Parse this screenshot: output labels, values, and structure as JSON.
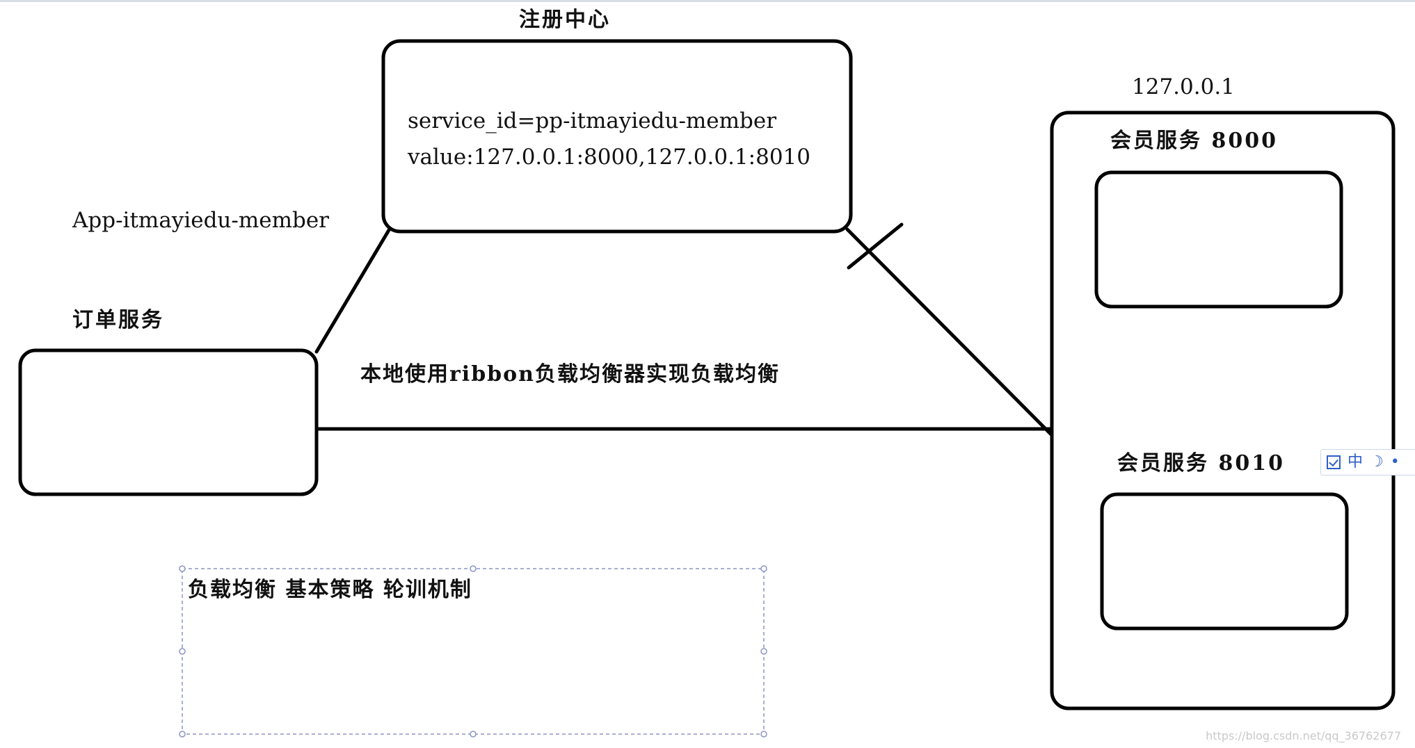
{
  "registry": {
    "title": "注册中心",
    "line1": "service_id=pp-itmayiedu-member",
    "line2": "value:127.0.0.1:8000,127.0.0.1:8010"
  },
  "app_name": "App-itmayiedu-member",
  "order_service": {
    "label": "订单服务"
  },
  "ribbon_label": "本地使用ribbon负载均衡器实现负载均衡",
  "host": {
    "ip": "127.0.0.1",
    "service_a": "会员服务 8000",
    "service_b": "会员服务 8010"
  },
  "note": {
    "text": "负载均衡 基本策略 轮训机制"
  },
  "ime_toolbar": {
    "lang": "中"
  },
  "watermark": "https://blog.csdn.net/qq_36762677",
  "colors": {
    "stroke": "#000000",
    "note_border": "#8a95c4",
    "ime_accent": "#2e5fc7"
  }
}
